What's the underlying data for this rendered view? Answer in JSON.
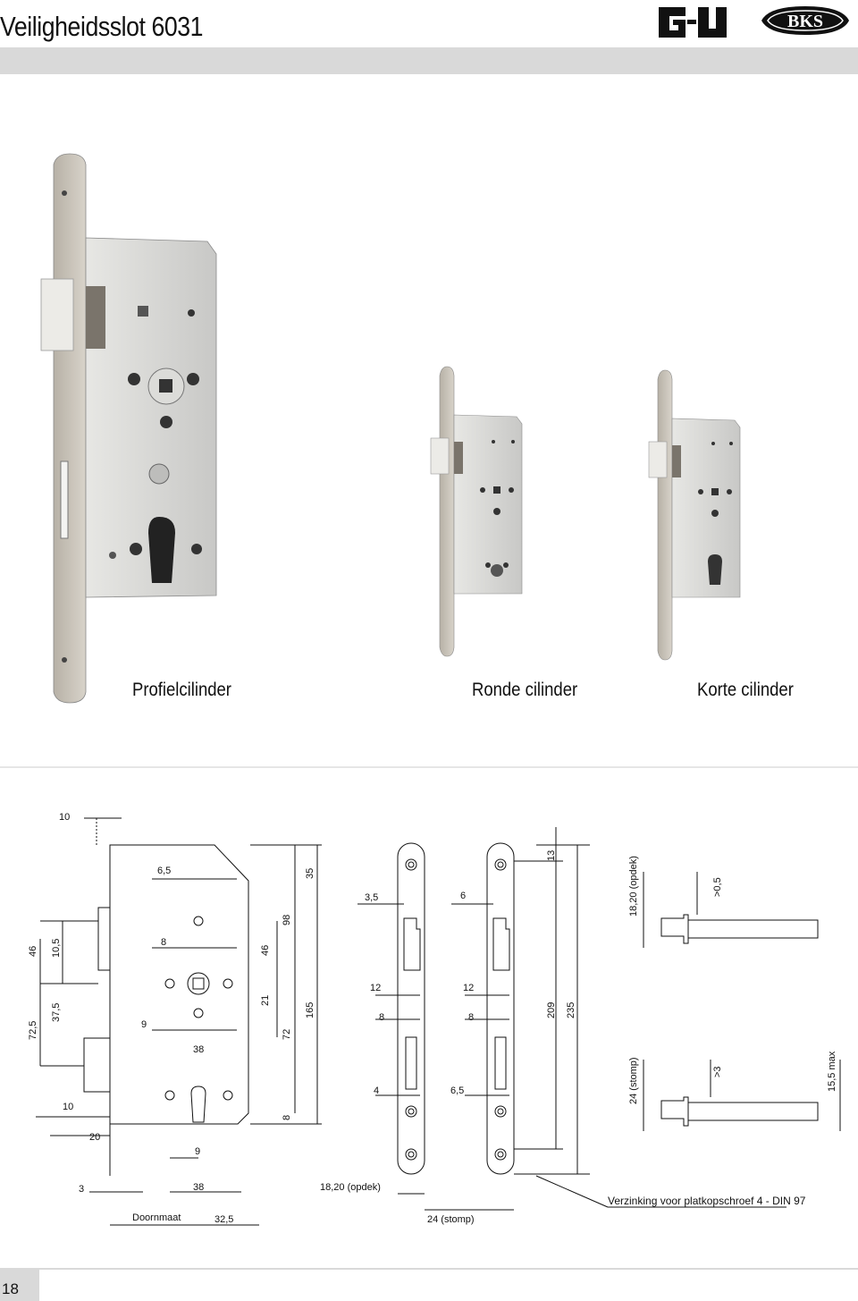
{
  "header": {
    "title": "Veiligheidsslot 6031",
    "logo_gu_text": "G-U",
    "logo_bks_text": "BKS"
  },
  "photos": {
    "captions": [
      "Profielcilinder",
      "Ronde cilinder",
      "Korte cilinder"
    ]
  },
  "drawing": {
    "labels": {
      "d10_top": "10",
      "d6_5": "6,5",
      "d8_a": "8",
      "d46_left": "46",
      "d10_5": "10,5",
      "d72_5": "72,5",
      "d37_5": "37,5",
      "d9_a": "9",
      "d38_a": "38",
      "d10_b": "10",
      "d20": "20",
      "d9_b": "9",
      "d3": "3",
      "d38_b": "38",
      "doornmaat": "Doornmaat",
      "d32_5": "32,5",
      "d46_mid": "46",
      "d21": "21",
      "d72": "72",
      "d8_b": "8",
      "d98": "98",
      "d35": "35",
      "d165": "165",
      "d3_5": "3,5",
      "d12_a": "12",
      "d8_c": "8",
      "d4": "4",
      "d6": "6",
      "d12_b": "12",
      "d8_d": "8",
      "d6_5b": "6,5",
      "opdek_bottom": "18,20 (opdek)",
      "stomp_bottom": "24 (stomp)",
      "d13": "13",
      "d209": "209",
      "d235": "235",
      "opdek_right": "18,20 (opdek)",
      "gt0_5": ">0,5",
      "stomp_right": "24 (stomp)",
      "gt3": ">3",
      "max15_5": "15,5 max",
      "verzinking": "Verzinking voor platkopschroef 4 - DIN 97"
    }
  },
  "footer": {
    "page_number": "18"
  }
}
